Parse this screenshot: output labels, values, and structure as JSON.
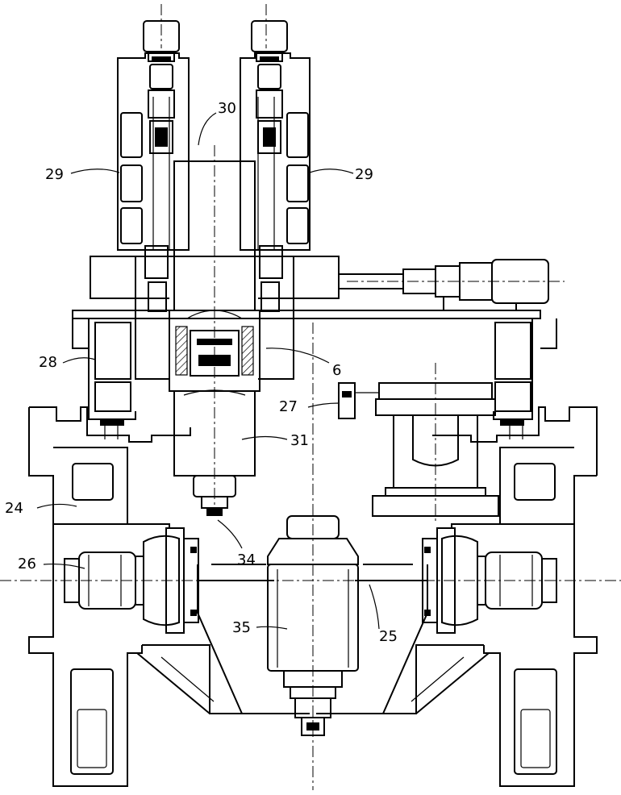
{
  "labels": {
    "l30": "30",
    "l29a": "29",
    "l29b": "29",
    "l28": "28",
    "l6": "6",
    "l27": "27",
    "l31": "31",
    "l24": "24",
    "l34": "34",
    "l26": "26",
    "l35": "35",
    "l25": "25"
  }
}
